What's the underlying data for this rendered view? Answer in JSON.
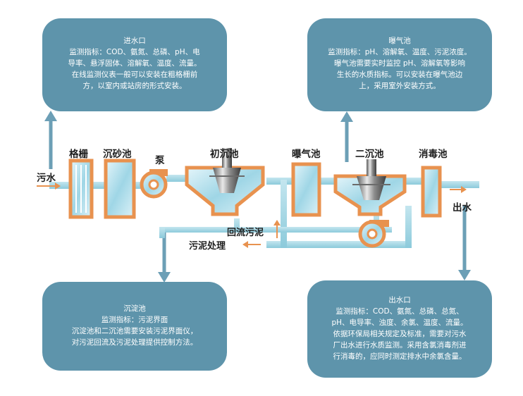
{
  "boxes": {
    "inlet": {
      "title": "进水口",
      "lines": [
        "监测指标：COD、氨氮、总磷、pH、电",
        "导率、悬浮固体、溶解氧、温度、流量。",
        "在线监测仪表一般可以安装在粗格栅前",
        "方，以室内或站房的形式安装。"
      ]
    },
    "aeration": {
      "title": "曝气池",
      "lines": [
        "监测指标：pH、溶解氧、温度、污泥浓度。",
        "曝气池需要实时监控 pH、溶解氧等影响",
        "生长的水质指标。可以安装在曝气池边",
        "上，采用室外安装方式。"
      ]
    },
    "sedimentation": {
      "title": "沉淀池",
      "lines": [
        "监测指标：污泥界面",
        "沉淀池和二沉池需要安装污泥界面仪，",
        "对污泥回流及污泥处理提供控制方法。"
      ]
    },
    "outlet": {
      "title": "出水口",
      "lines": [
        "监测指标：COD、氨氮、总磷、总氮、",
        "pH、电导率、浊度、余氯、温度、流量。",
        "依据环保局相关规定及标准，需要对污水",
        "厂出水进行水质监测。采用含氯消毒剂进",
        "行消毒的，应同时测定排水中余氯含量。"
      ]
    }
  },
  "labels": {
    "sewage": "污水",
    "screen": "格栅",
    "grit": "沉砂池",
    "pump": "泵",
    "primary": "初沉池",
    "aeration": "曝气池",
    "secondary": "二沉池",
    "disinfection": "消毒池",
    "effluent": "出水",
    "return_sludge": "回流污泥",
    "sludge_treatment": "污泥处理"
  },
  "colors": {
    "box": "#5e94ab",
    "pipe": "#a6d8e6",
    "tank_border": "#e8924f",
    "tank_fill": "#bfe6f1",
    "arrow": "#6c9fb6"
  }
}
